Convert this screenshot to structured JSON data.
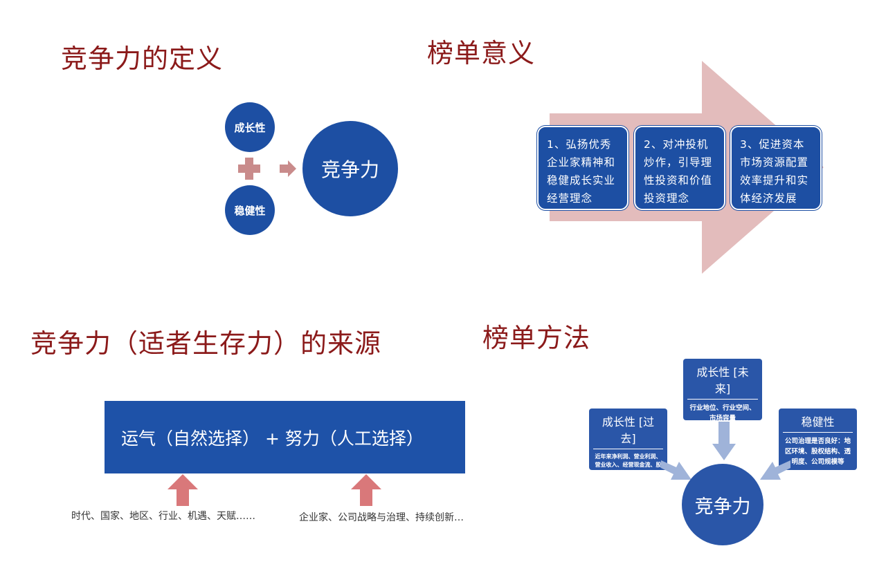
{
  "q1": {
    "title": "竞争力的定义",
    "circle_growth": "成长性",
    "circle_stability": "稳健性",
    "circle_result": "竞争力"
  },
  "q2": {
    "title": "榜单意义",
    "cards": [
      "1、弘扬优秀企业家精神和稳健成长实业经营理念",
      "2、对冲投机炒作，引导理性投资和价值投资理念",
      "3、促进资本市场资源配置效率提升和实体经济发展"
    ],
    "colors": {
      "arrow": "#e3bcbc",
      "card": "#1d4fa3"
    }
  },
  "q3": {
    "title": "竞争力（适者生存力）的来源",
    "bar_text": "运气（自然选择） + 努力（人工选择）",
    "note_left": "时代、国家、地区、行业、机遇、天赋……",
    "note_right": "企业家、公司战略与治理、持续创新…"
  },
  "q4": {
    "title": "榜单方法",
    "box_future": {
      "title": "成长性 [未来]",
      "body": "行业地位、行业空间、市场容量"
    },
    "box_past": {
      "title": "成长性 [过去]",
      "body": "近年来净利润、营业利润、营业收入、经营现金流、股票市值的复合增长率"
    },
    "box_stability": {
      "title": "稳健性",
      "body": "公司治理是否良好：地区环境、股权结构、透明度、公司规模等"
    },
    "circle_result": "竞争力"
  },
  "colors": {
    "title_red": "#8b1a1a",
    "blue": "#1d4fa3",
    "pink": "#d9787a",
    "arrow_light": "#9fb3d9"
  }
}
